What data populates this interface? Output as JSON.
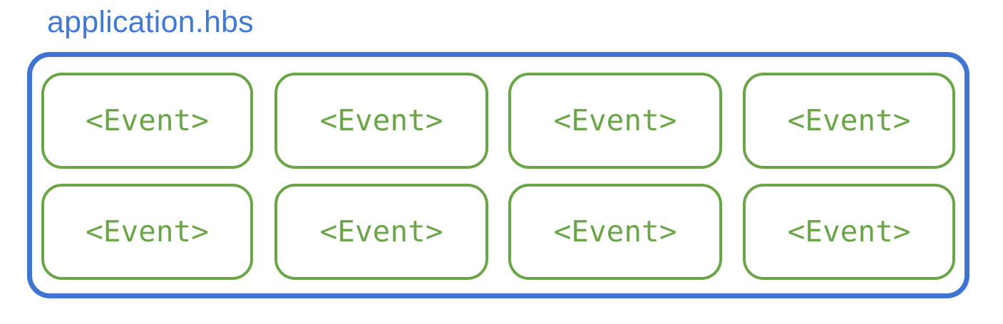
{
  "diagram": {
    "background_color": "#ffffff",
    "file_label": {
      "text": "application.hbs",
      "color": "#4179d6"
    },
    "template_container": {
      "name": "application-template-container",
      "border_color": "#3f74d3"
    },
    "component_label": "<Event>",
    "component_color": "#6aa547",
    "rows": [
      {
        "index": 1,
        "boxes": [
          {
            "label": "<Event>"
          },
          {
            "label": "<Event>"
          },
          {
            "label": "<Event>"
          },
          {
            "label": "<Event>"
          }
        ]
      },
      {
        "index": 2,
        "boxes": [
          {
            "label": "<Event>"
          },
          {
            "label": "<Event>"
          },
          {
            "label": "<Event>"
          },
          {
            "label": "<Event>"
          }
        ]
      }
    ]
  }
}
